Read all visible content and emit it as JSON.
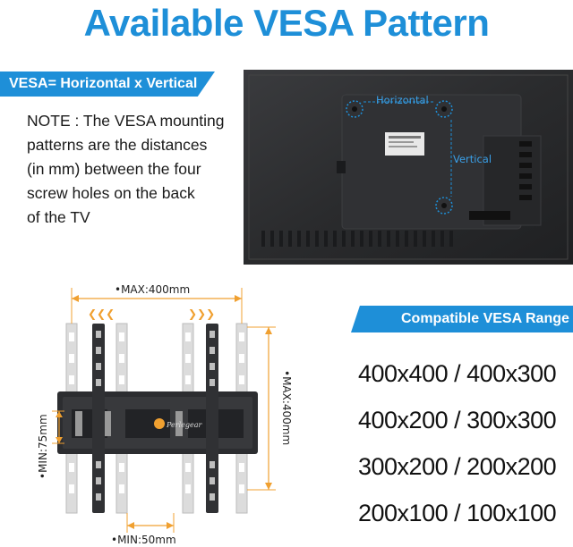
{
  "title": "Available VESA Pattern",
  "vesa_tag": "VESA= Horizontal x Vertical",
  "note_lines": [
    "NOTE : The VESA mounting",
    "patterns are the distances",
    "(in mm) between the four",
    "screw holes on the back",
    "of the TV"
  ],
  "tv": {
    "horizontal_label": "Horizontal",
    "vertical_label": "Vertical"
  },
  "mount": {
    "max_width_label": "•MAX:400mm",
    "max_height_label": "•MAX:400mm",
    "min_height_label": "•MIN:75mm",
    "min_width_label": "•MIN:50mm",
    "arrows_left": "❮❮❮",
    "arrows_right": "❯❯❯",
    "logo_text": "Perlegear"
  },
  "range_tag": "Compatible VESA Range",
  "ranges": [
    "400x400 / 400x300",
    "400x200 / 300x300",
    "300x200 / 200x200",
    "200x100 / 100x100"
  ],
  "colors": {
    "accent": "#1e8fd8",
    "dimension": "#f0a030",
    "tv_body": "#2a2b2d"
  }
}
